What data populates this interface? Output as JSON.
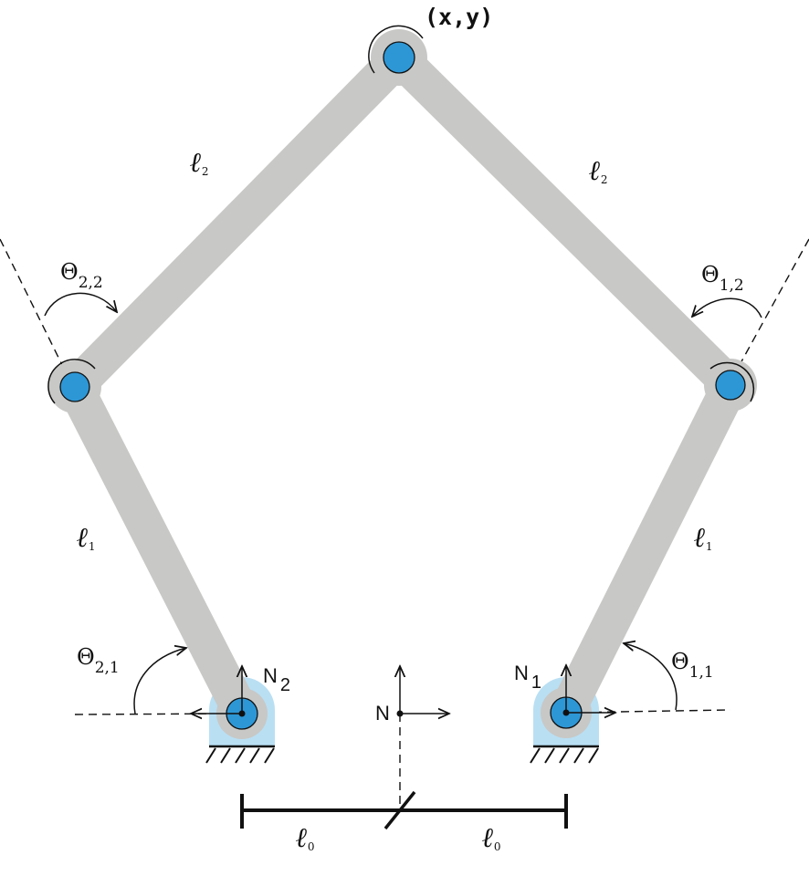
{
  "diagram": {
    "end_effector_label": "(x,y)",
    "link_upper_left": {
      "main": "ℓ",
      "sub": "2"
    },
    "link_upper_right": {
      "main": "ℓ",
      "sub": "2"
    },
    "link_lower_left": {
      "main": "ℓ",
      "sub": "1"
    },
    "link_lower_right": {
      "main": "ℓ",
      "sub": "1"
    },
    "base_left": {
      "main": "ℓ",
      "sub": "0"
    },
    "base_right": {
      "main": "ℓ",
      "sub": "0"
    },
    "theta_2_2": {
      "symbol": "Θ",
      "sub": "2,2"
    },
    "theta_1_2": {
      "symbol": "Θ",
      "sub": "1,2"
    },
    "theta_2_1": {
      "symbol": "Θ",
      "sub": "2,1"
    },
    "theta_1_1": {
      "symbol": "Θ",
      "sub": "1,1"
    },
    "frame_n": "N",
    "frame_n1": {
      "main": "N",
      "sub": "1"
    },
    "frame_n2": {
      "main": "N",
      "sub": "2"
    },
    "colors": {
      "link": "#c8c8c6",
      "joint_blue": "#2d97d6",
      "base_light_blue": "#b9dff3",
      "line": "#111111"
    }
  }
}
